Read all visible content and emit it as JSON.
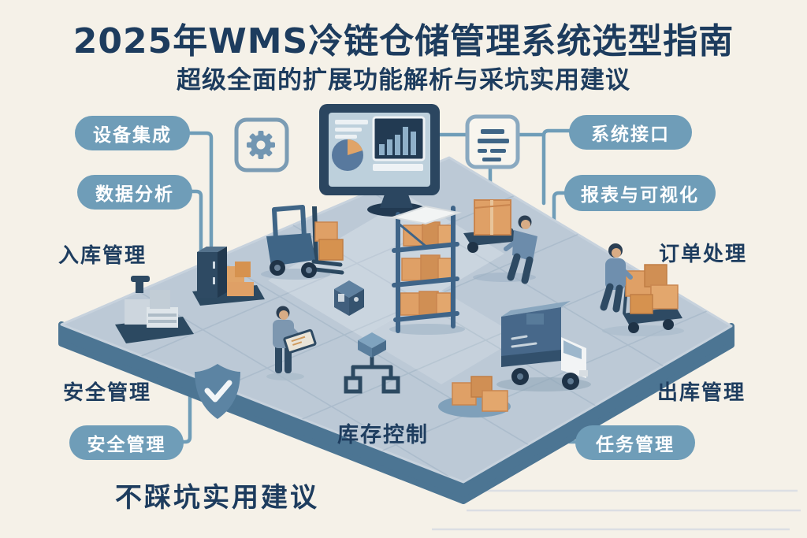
{
  "header": {
    "title": "2025年WMS冷链仓储管理系统选型指南",
    "subtitle": "超级全面的扩展功能解析与采坑实用建议"
  },
  "pills": {
    "device_integration": "设备集成",
    "data_analysis": "数据分析",
    "system_interface": "系统接口",
    "reporting_visualization": "报表与可视化",
    "safety_management": "安全管理",
    "task_management": "任务管理"
  },
  "floor_labels": {
    "inbound": "入库管理",
    "order_processing": "订单处理",
    "security": "安全管理",
    "outbound": "出库管理",
    "inventory_control": "库存控制"
  },
  "footer": {
    "advice": "不踩坑实用建议"
  },
  "icons": {
    "gear-icon": "gear",
    "document-list-icon": "document with list lines",
    "monitor-dashboard-icon": "monitor with pie and bar charts",
    "shield-check-icon": "shield with checkmark",
    "network-flowchart-icon": "connected nodes"
  },
  "colors": {
    "background": "#f5f1e8",
    "title_text": "#1d3c5e",
    "pill_blue": "#6f9db8",
    "floor_top": "#bcc9d6",
    "floor_side": "#4c7593",
    "box_orange": "#dfa066",
    "dark_navy": "#2c4961"
  }
}
